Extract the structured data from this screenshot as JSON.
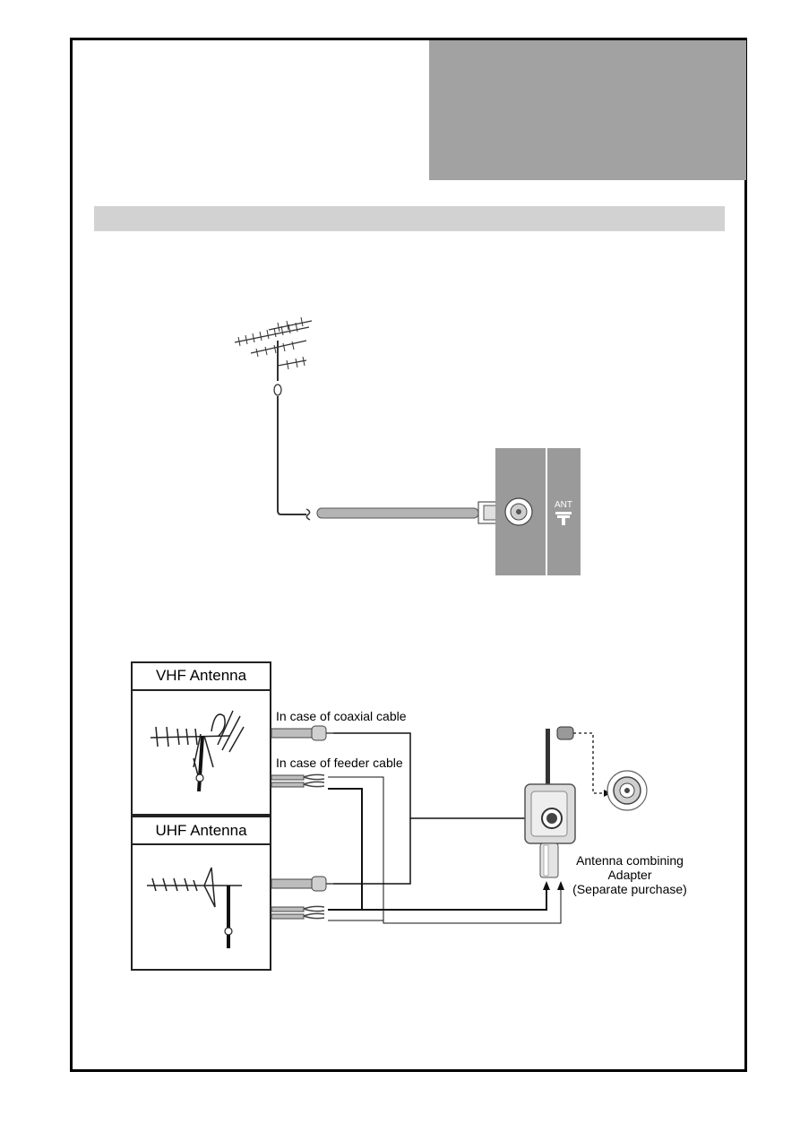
{
  "diagram1": {
    "panel_label": "ANT"
  },
  "diagram2": {
    "vhf_title": "VHF Antenna",
    "uhf_title": "UHF Antenna",
    "coax_label": "In case of coaxial cable",
    "feeder_label": "In case of feeder cable",
    "adapter_line1": "Antenna combining",
    "adapter_line2": "Adapter",
    "adapter_line3": "(Separate purchase)"
  },
  "colors": {
    "header_block": "#a2a2a2",
    "section_bar": "#d2d2d2",
    "panel": "#9a9a9a"
  }
}
